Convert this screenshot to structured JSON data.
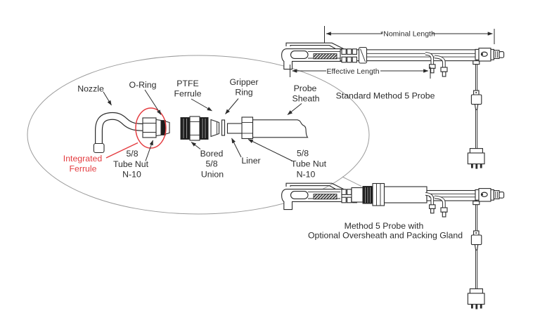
{
  "diagram": {
    "title_context": "Method 5 probe assembly exploded-view diagram",
    "detail_labels": {
      "nozzle": "Nozzle",
      "o_ring": "O-Ring",
      "ptfe_ferrule_l1": "PTFE",
      "ptfe_ferrule_l2": "Ferrule",
      "gripper_ring_l1": "Gripper",
      "gripper_ring_l2": "Ring",
      "probe_sheath_l1": "Probe",
      "probe_sheath_l2": "Sheath",
      "integrated_ferrule_l1": "Integrated",
      "integrated_ferrule_l2": "Ferrule",
      "tube_nut_left_l1": "5/8",
      "tube_nut_left_l2": "Tube Nut",
      "tube_nut_left_l3": "N-10",
      "bored_union_l1": "Bored",
      "bored_union_l2": "5/8",
      "bored_union_l3": "Union",
      "liner": "Liner",
      "tube_nut_right_l1": "5/8",
      "tube_nut_right_l2": "Tube Nut",
      "tube_nut_right_l3": "N-10"
    },
    "dimensions": {
      "nominal_length": "*Nominal Length",
      "effective_length": "Effective Length"
    },
    "captions": {
      "standard_probe": "Standard Method 5 Probe",
      "oversheath_probe_l1": "Method 5 Probe with",
      "oversheath_probe_l2": "Optional Oversheath and Packing Gland"
    },
    "colors": {
      "line_black": "#2b2b2b",
      "highlight_red": "#e43b3f",
      "balloon_gray": "#9b9b9b",
      "background": "#ffffff"
    }
  }
}
